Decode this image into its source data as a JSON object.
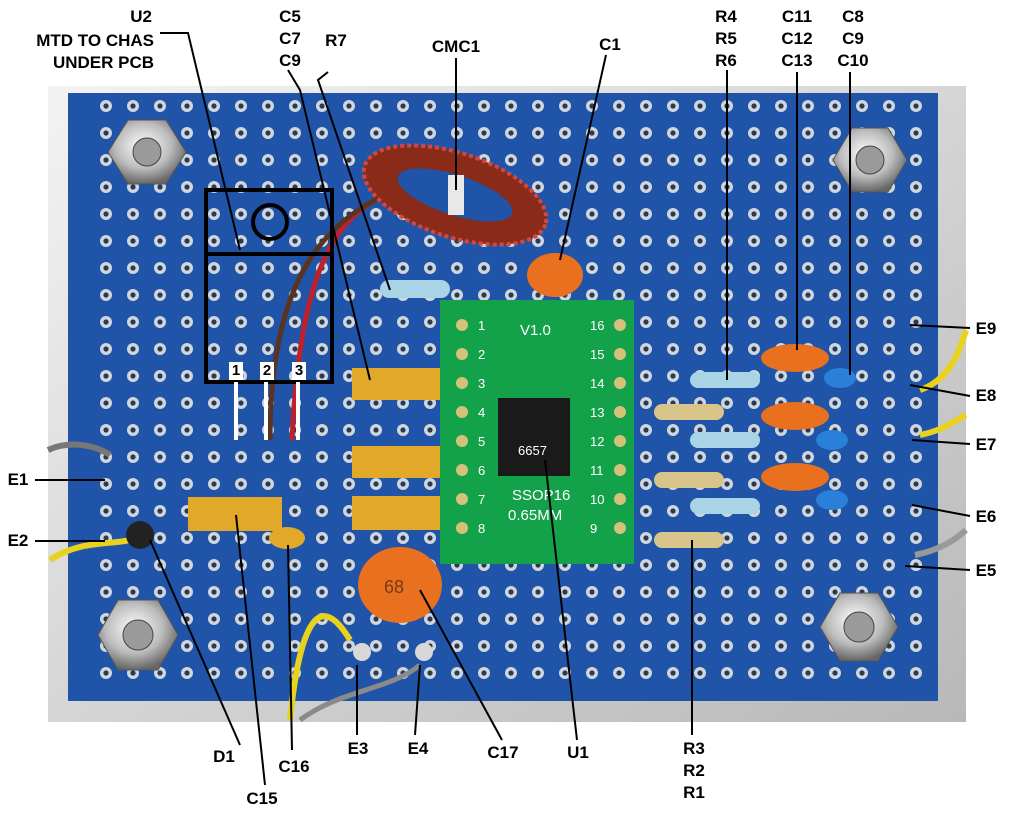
{
  "labels": {
    "u2": "U2",
    "u2_note_1": "MTD TO CHAS",
    "u2_note_2": "UNDER PCB",
    "c5_c7_c9": [
      "C5",
      "C7",
      "C9"
    ],
    "r7": "R7",
    "cmc1": "CMC1",
    "c1": "C1",
    "r4_r5_r6": [
      "R4",
      "R5",
      "R6"
    ],
    "c11_c12_c13": [
      "C11",
      "C12",
      "C13"
    ],
    "c8_c9_c10": [
      "C8",
      "C9",
      "C10"
    ],
    "e1": "E1",
    "e2": "E2",
    "e3": "E3",
    "e4": "E4",
    "e5": "E5",
    "e6": "E6",
    "e7": "E7",
    "e8": "E8",
    "e9": "E9",
    "d1": "D1",
    "c15": "C15",
    "c16": "C16",
    "c17": "C17",
    "u1": "U1",
    "r3_r2_r1": [
      "R3",
      "R2",
      "R1"
    ]
  },
  "pins": [
    "1",
    "2",
    "3"
  ],
  "board": {
    "adapter_top": "V1.0",
    "adapter_name": "SSOP16",
    "adapter_pitch": "0.65MM",
    "adapter_left_pins": [
      "1",
      "2",
      "3",
      "4",
      "5",
      "6",
      "7",
      "8"
    ],
    "adapter_right_pins": [
      "16",
      "15",
      "14",
      "13",
      "12",
      "11",
      "10",
      "9"
    ],
    "chip_marking": "6657",
    "cap_marking": "68"
  }
}
